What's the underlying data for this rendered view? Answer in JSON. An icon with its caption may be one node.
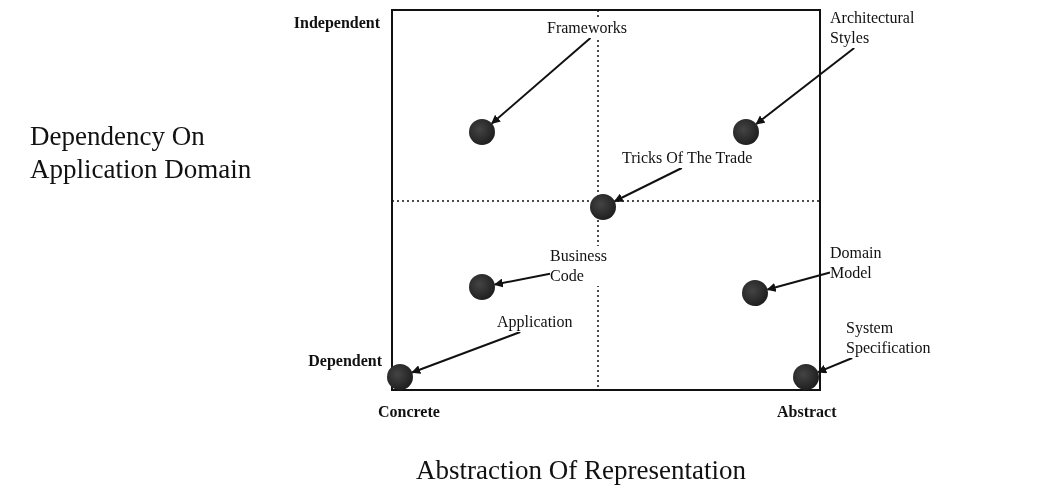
{
  "diagram": {
    "nodes": [
      {
        "text": [
          "Frameworks"
        ]
      },
      {
        "text": [
          "Architectural Styles"
        ]
      },
      {
        "text": [
          "Tricks Of The Trade"
        ]
      },
      {
        "text": [
          "Business Code"
        ]
      },
      {
        "text": [
          "Domain Model"
        ]
      },
      {
        "text": [
          "Application"
        ]
      },
      {
        "text": [
          "System Specification"
        ]
      },
      {
        "text": [],
        "shape": "circle"
      },
      {
        "text": [],
        "shape": "circle"
      },
      {
        "text": [],
        "shape": "circle"
      },
      {
        "text": [],
        "shape": "circle"
      },
      {
        "text": [],
        "shape": "circle"
      },
      {
        "text": [],
        "shape": "circle"
      },
      {
        "text": [],
        "shape": "circle"
      }
    ],
    "edges": [
      {
        "from": 0,
        "to": 7,
        "arrow": "to"
      },
      {
        "from": 1,
        "to": 8,
        "arrow": "to"
      },
      {
        "from": 2,
        "to": 9,
        "arrow": "to"
      },
      {
        "from": 3,
        "to": 10,
        "arrow": "to"
      },
      {
        "from": 4,
        "to": 11,
        "arrow": "to"
      },
      {
        "from": 5,
        "to": 12,
        "arrow": "to"
      },
      {
        "from": 6,
        "to": 13,
        "arrow": "to"
      }
    ],
    "labels": [
      "Independent",
      "Dependency On Application Domain",
      "Dependent",
      "Concrete",
      "Abstract",
      "Abstraction Of Representation"
    ]
  }
}
